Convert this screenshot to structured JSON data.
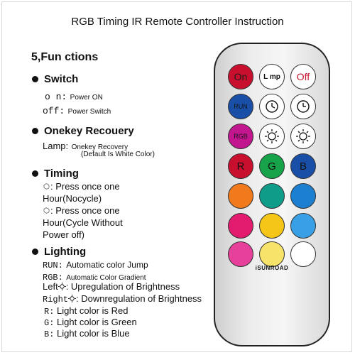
{
  "title": "RGB Timing IR Remote Controller Instruction",
  "section_title": "5,Fun ctions",
  "switch": {
    "heading": "Switch",
    "on_label": "o n:",
    "on_text": "Power ON",
    "off_label": "off:",
    "off_text": "Power Switch"
  },
  "recovery": {
    "heading": "Onekey Recouery",
    "lamp_label": "Lamp:",
    "lamp_text": "Onekey Recovery",
    "lamp_note": "(Default Is White Color)"
  },
  "timing": {
    "heading": "Timing",
    "line1a": ": Press once one",
    "line1b": "Hour(Nocycle)",
    "line2a": ": Press once one",
    "line2b": "Hour(Cycle Without",
    "line2c": "Power off)"
  },
  "lighting": {
    "heading": "Lighting",
    "run_label": "RUN:",
    "run_text": "Automatic color Jump",
    "rgb_label": "RGB:",
    "rgb_text": "Automatic Color Gradient",
    "left_label": "Left",
    "left_text": ": Upregulation of Brightness",
    "right_label": "Right",
    "right_text": ": Downregulation of Brightness",
    "r_label": "R:",
    "r_text": "Light color is Red",
    "g_label": "G:",
    "g_text": "Light color is Green",
    "b_label": "B:",
    "b_text": "Light color is Blue"
  },
  "remote": {
    "brand": "iSUNROAD",
    "btn_on": "On",
    "btn_mp": "L mp",
    "btn_off": "Off",
    "btn_run": "RUN",
    "btn_rgb": "RGB",
    "btn_r": "R",
    "btn_g": "G",
    "btn_b": "B",
    "colors": {
      "red": "#c8102e",
      "blue": "#1a4fa8",
      "magenta": "#c2168e",
      "green": "#16a34a",
      "orange": "#f07a1c",
      "teal": "#0f9d8a",
      "sky": "#1d7fd0",
      "rose": "#e21b6e",
      "yellow": "#f5c518",
      "lightblue": "#3aa0e6",
      "pink": "#e6409a",
      "lightyellow": "#f7e36a",
      "white": "#ffffff"
    }
  }
}
